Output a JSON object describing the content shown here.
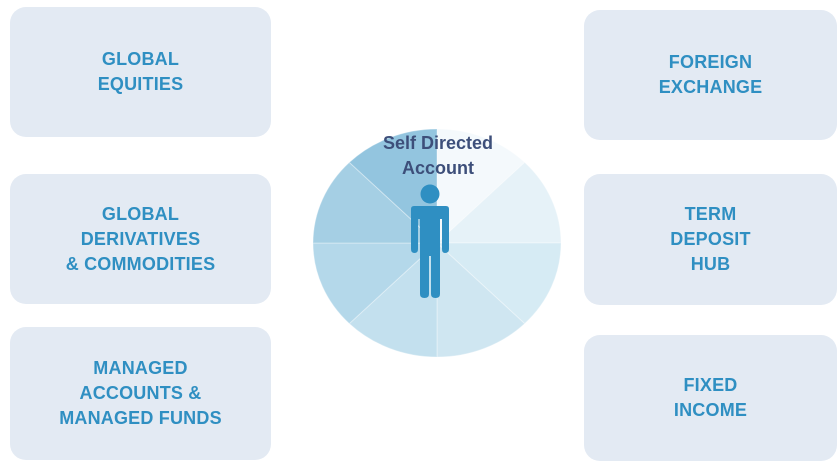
{
  "services": {
    "global_equities": [
      "GLOBAL",
      "EQUITIES"
    ],
    "global_derivatives": [
      "GLOBAL",
      "DERIVATIVES",
      "& COMMODITIES"
    ],
    "managed_accounts": [
      "MANAGED",
      "ACCOUNTS &",
      "MANAGED FUNDS"
    ],
    "foreign_exchange": [
      "FOREIGN",
      "EXCHANGE"
    ],
    "term_deposit": [
      "TERM",
      "DEPOSIT",
      "HUB"
    ],
    "fixed_income": [
      "FIXED",
      "INCOME"
    ]
  },
  "center": {
    "title": [
      "Self Directed",
      "Account"
    ],
    "icon": "person-icon"
  },
  "colors": {
    "box_fill": "#e3eaf3",
    "box_text": "#2f8fc2",
    "center_text": "#3d4f7a",
    "person": "#2f8fc2",
    "wedges": [
      "#f4f9fc",
      "#e6f2f8",
      "#d6ebf4",
      "#cfe6f1",
      "#c3e0ee",
      "#b4d8ea",
      "#a5cfe4",
      "#93c5df"
    ]
  }
}
